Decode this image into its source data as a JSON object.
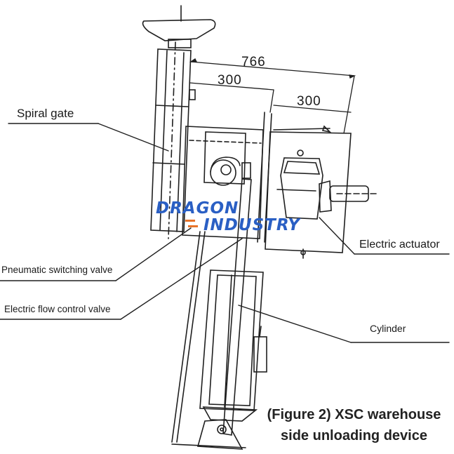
{
  "dimensions": {
    "overall": "766",
    "upper": "300",
    "lower": "300"
  },
  "labels": {
    "spiral_gate": "Spiral gate",
    "pneumatic_switching_valve": "Pneumatic switching valve",
    "electric_flow_control_valve": "Electric flow control valve",
    "electric_actuator": "Electric actuator",
    "cylinder": "Cylinder"
  },
  "caption": {
    "line1": "(Figure 2) XSC warehouse",
    "line2": "side unloading device"
  },
  "watermark": {
    "line1": "DRAGON",
    "line2": "INDUSTRY",
    "color": "#2a5fc4",
    "accent": "#e8742a"
  }
}
